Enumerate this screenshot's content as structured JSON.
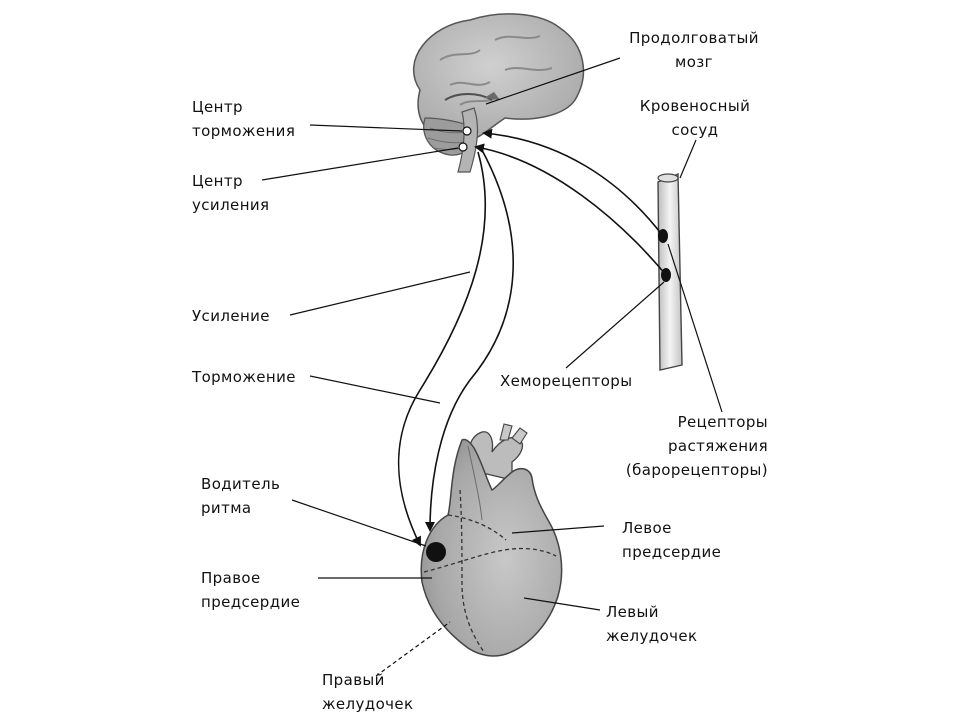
{
  "labels": {
    "medulla": [
      "Продолговатый",
      "мозг"
    ],
    "vessel": [
      "Кровеносный",
      "сосуд"
    ],
    "inhibition_center": [
      "Центр",
      "торможения"
    ],
    "acceleration_center": [
      "Центр",
      "усиления"
    ],
    "acceleration": "Усиление",
    "inhibition": "Торможение",
    "chemoreceptors": "Хеморецепторы",
    "stretch_receptors": [
      "Рецепторы",
      "растяжения",
      "(барорецепторы)"
    ],
    "pacemaker": [
      "Водитель",
      "ритма"
    ],
    "left_atrium": [
      "Левое",
      "предсердие"
    ],
    "right_atrium": [
      "Правое",
      "предсердие"
    ],
    "left_ventricle": [
      "Левый",
      "желудочек"
    ],
    "right_ventricle": [
      "Правый",
      "желудочек"
    ]
  },
  "colors": {
    "ink": "#111111",
    "brain_fill": "#b9b9b9",
    "heart_fill": "#a6a6a6",
    "vessel_fill": "#f1f1f1"
  }
}
